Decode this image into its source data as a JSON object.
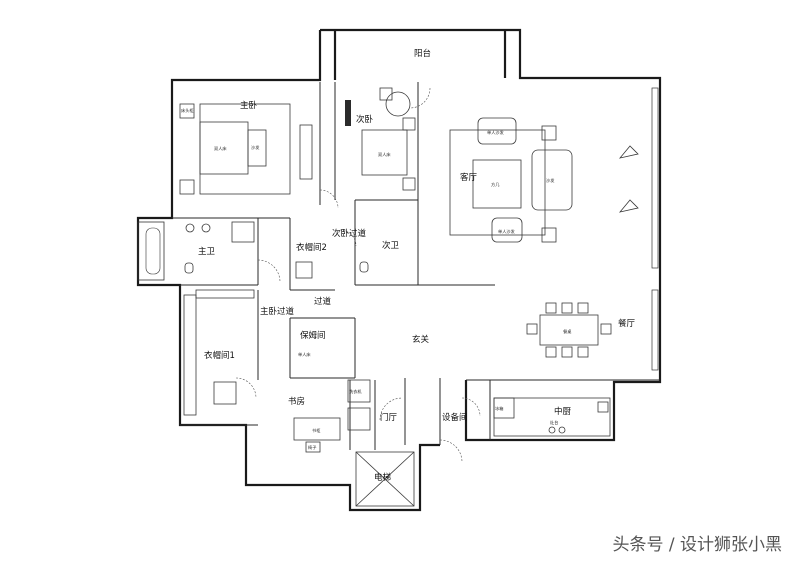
{
  "rooms": {
    "balcony": "阳台",
    "master_bedroom": "主卧",
    "second_bedroom": "次卧",
    "living_room": "客厅",
    "master_bath": "主卫",
    "cloakroom_2": "衣帽间2",
    "second_bedroom_passage": "次卧过道",
    "second_bath": "次卫",
    "master_passage": "主卧过道",
    "passage": "过道",
    "nanny_room": "保姆间",
    "cloakroom_1": "衣帽间1",
    "foyer": "玄关",
    "dining_room": "餐厅",
    "study": "书房",
    "entry_hall": "门厅",
    "equipment_room": "设备间",
    "kitchen": "中厨",
    "elevator": "电梯"
  },
  "furniture": {
    "double_bed": "双人床",
    "sofa": "沙发",
    "tea_table": "方几",
    "single_sofa": "单人沙发",
    "dining_table": "餐桌",
    "bookcase": "书柜",
    "chair": "椅子",
    "single_bed": "单人床",
    "nightstand": "床头柜",
    "washer": "洗衣机",
    "fridge": "冰箱",
    "stove": "灶台"
  },
  "watermark": "头条号 / 设计狮张小黑"
}
